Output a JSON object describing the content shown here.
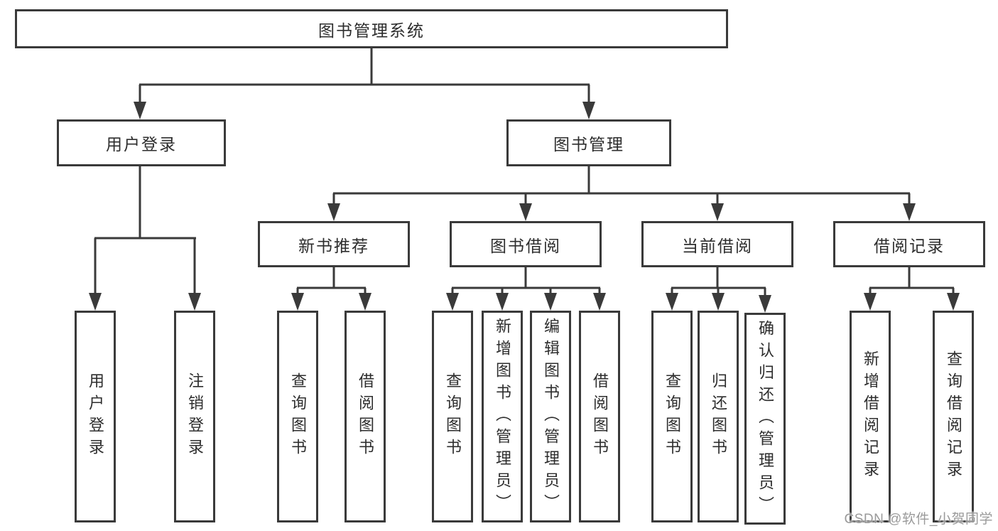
{
  "colors": {
    "line": "#3a3a3a",
    "box_border": "#3a3a3a",
    "text": "#2d2d2d",
    "watermark": "#9a9a9a",
    "background": "#ffffff"
  },
  "nodes": {
    "root": {
      "label": "图书管理系统"
    },
    "user_login": {
      "label": "用户登录"
    },
    "book_management": {
      "label": "图书管理"
    },
    "new_book_recommend": {
      "label": "新书推荐"
    },
    "book_borrow": {
      "label": "图书借阅"
    },
    "current_borrow": {
      "label": "当前借阅"
    },
    "borrow_records": {
      "label": "借阅记录"
    },
    "leaf_user_login": {
      "label": "用户登录"
    },
    "leaf_logout": {
      "label": "注销登录"
    },
    "leaf_recommend_query_books": {
      "label": "查询图书"
    },
    "leaf_recommend_borrow_books": {
      "label": "借阅图书"
    },
    "leaf_borrow_query_books": {
      "label": "查询图书"
    },
    "leaf_borrow_add_book_admin": {
      "label": "新增图书（管理员）"
    },
    "leaf_borrow_edit_book_admin": {
      "label": "编辑图书（管理员）"
    },
    "leaf_borrow_borrow_books": {
      "label": "借阅图书"
    },
    "leaf_current_query_books": {
      "label": "查询图书"
    },
    "leaf_current_return_books": {
      "label": "归还图书"
    },
    "leaf_current_confirm_return_admin": {
      "label": "确认归还（管理员）"
    },
    "leaf_records_add_record": {
      "label": "新增借阅记录"
    },
    "leaf_records_query_record": {
      "label": "查询借阅记录"
    }
  },
  "watermark": {
    "text": "CSDN @软件_小贺同学"
  }
}
